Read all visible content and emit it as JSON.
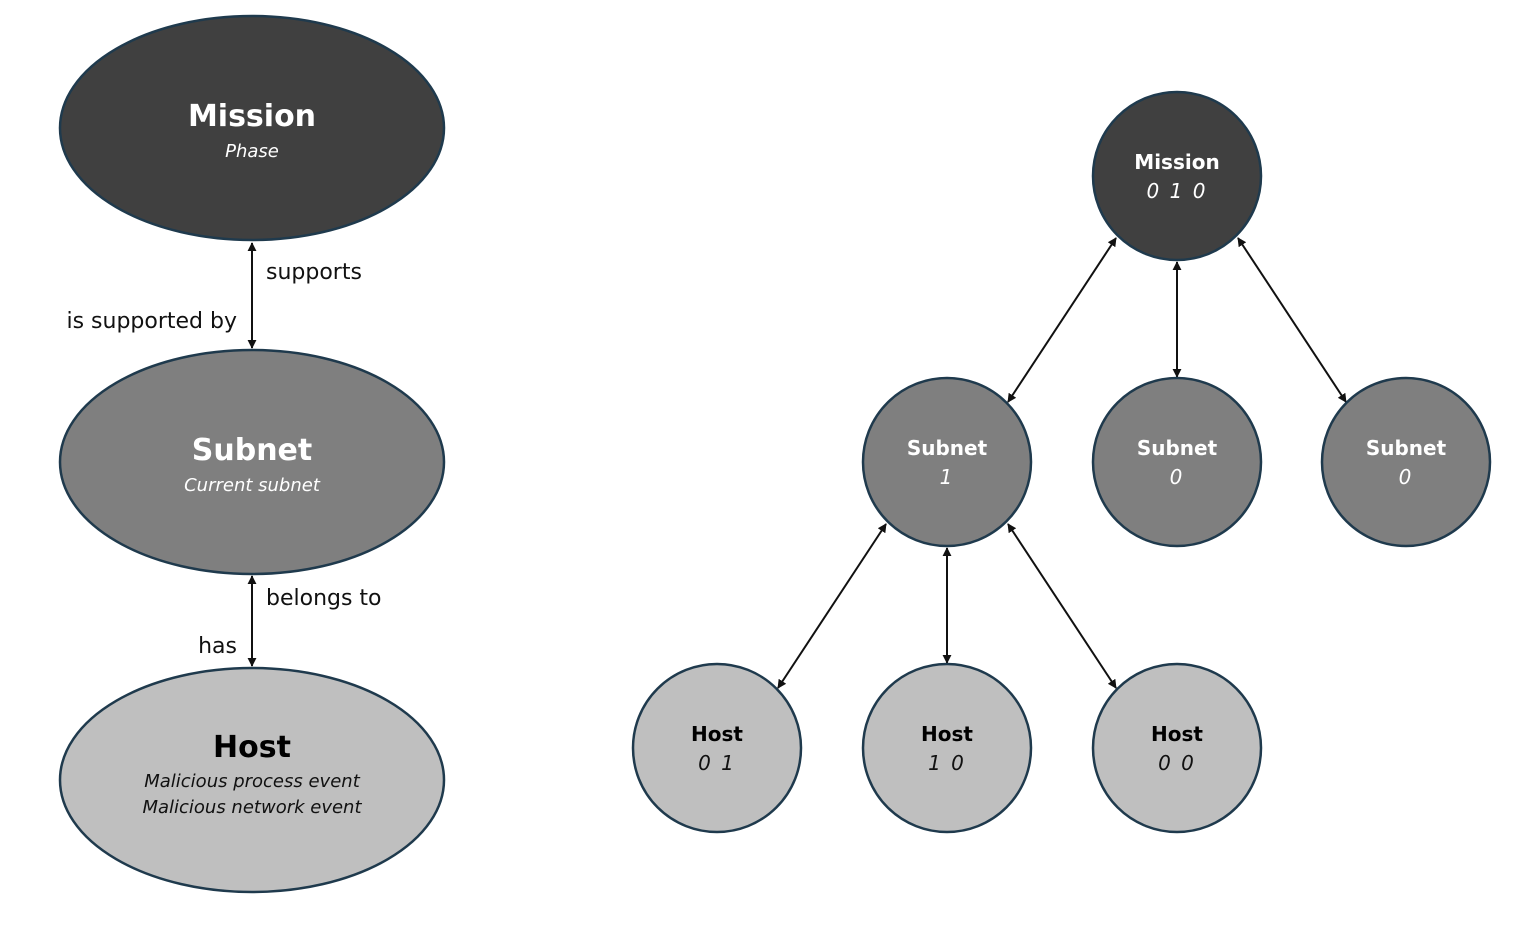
{
  "schema": {
    "mission": {
      "title": "Mission",
      "attributes": [
        "Phase"
      ],
      "fill": "#404040",
      "text_color": "#ffffff"
    },
    "subnet": {
      "title": "Subnet",
      "attributes": [
        "Current subnet"
      ],
      "fill": "#7f7f7f",
      "text_color": "#ffffff"
    },
    "host": {
      "title": "Host",
      "attributes": [
        "Malicious process event",
        "Malicious network event"
      ],
      "fill": "#bfbfbf",
      "text_color": "#000000"
    },
    "relations": {
      "mission_subnet_down": "supports",
      "mission_subnet_up": "is supported by",
      "subnet_host_down": "belongs to",
      "subnet_host_up": "has"
    }
  },
  "instance": {
    "mission": {
      "label": "Mission",
      "value": "0 1 0"
    },
    "subnets": [
      {
        "label": "Subnet",
        "value": "1"
      },
      {
        "label": "Subnet",
        "value": "0"
      },
      {
        "label": "Subnet",
        "value": "0"
      }
    ],
    "hosts": [
      {
        "label": "Host",
        "value": "0 1"
      },
      {
        "label": "Host",
        "value": "1 0"
      },
      {
        "label": "Host",
        "value": "0 0"
      }
    ]
  },
  "colors": {
    "outline": "#1f3a4d",
    "arrow": "#111111"
  }
}
